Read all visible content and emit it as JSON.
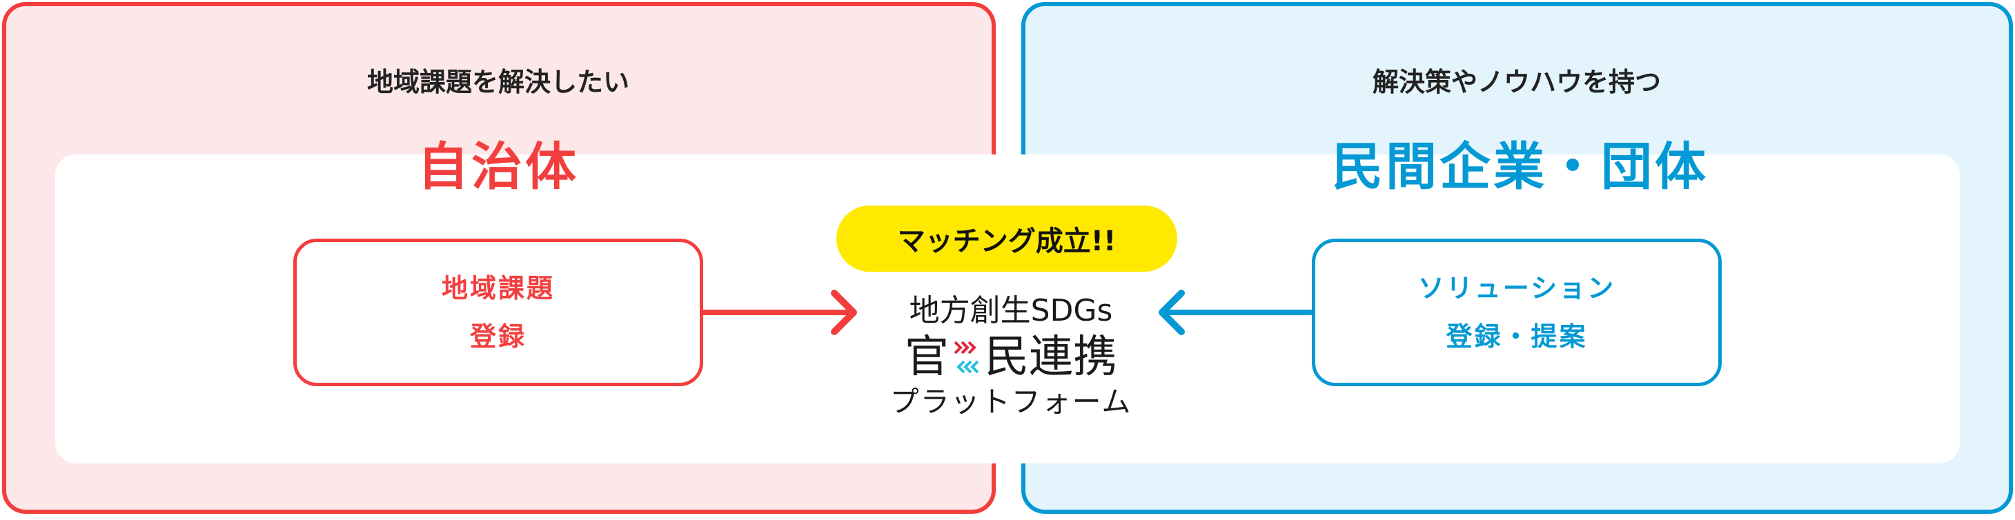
{
  "left": {
    "subtitle": "地域課題を解決したい",
    "title": "自治体",
    "box": [
      "地域課題",
      "登録"
    ],
    "color": "#f33e3e"
  },
  "right": {
    "subtitle": "解決策やノウハウを持つ",
    "title": "民間企業・団体",
    "box": [
      "ソリューション",
      "登録・提案"
    ],
    "color": "#0399d4"
  },
  "center": {
    "badge": "マッチング成立!!",
    "logo": {
      "line1": "地方創生SDGs",
      "line2a": "官",
      "line2b": "民連携",
      "line3": "プラットフォーム"
    }
  }
}
